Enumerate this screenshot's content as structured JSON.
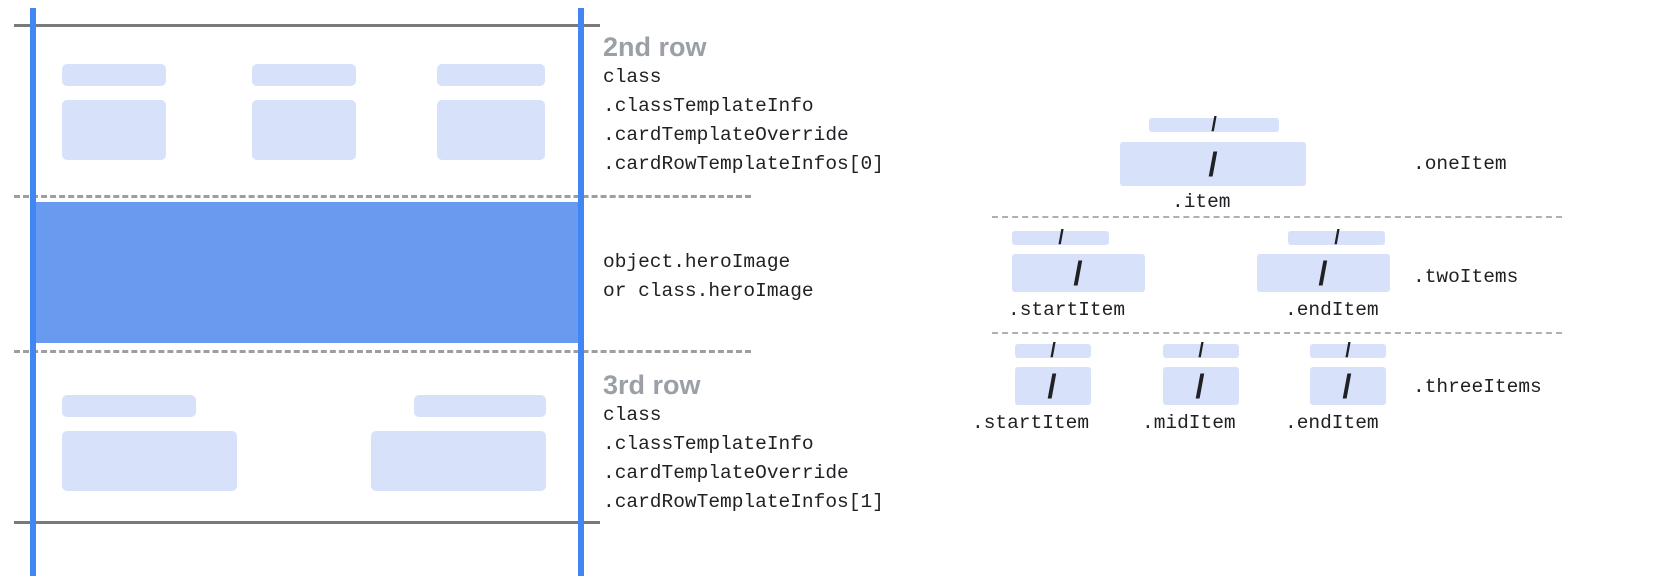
{
  "left_panel": {
    "rows": [
      {
        "title": "2nd row",
        "code": "class\n.classTemplateInfo\n.cardTemplateOverride\n.cardRowTemplateInfos[0]"
      },
      {
        "title": "",
        "code": "object.heroImage\nor class.heroImage"
      },
      {
        "title": "3rd row",
        "code": "class\n.classTemplateInfo\n.cardTemplateOverride\n.cardRowTemplateInfos[1]"
      }
    ]
  },
  "right_panel": {
    "groups": [
      {
        "label": ".oneItem",
        "items": [
          {
            "caption": ".item",
            "slash": "/"
          }
        ]
      },
      {
        "label": ".twoItems",
        "items": [
          {
            "caption": ".startItem",
            "slash": "/"
          },
          {
            "caption": ".endItem",
            "slash": "/"
          }
        ]
      },
      {
        "label": ".threeItems",
        "items": [
          {
            "caption": ".startItem",
            "slash": "/"
          },
          {
            "caption": ".midItem",
            "slash": "/"
          },
          {
            "caption": ".endItem",
            "slash": "/"
          }
        ]
      }
    ]
  },
  "colors": {
    "hero_blue": "#689af0",
    "placeholder_blue": "#d7e1f9",
    "guide_blue": "#4285f4",
    "rule_gray": "#7a7a7a",
    "dash_gray": "#9e9e9e",
    "title_gray": "#9aa0a6",
    "code_text": "#202124"
  }
}
